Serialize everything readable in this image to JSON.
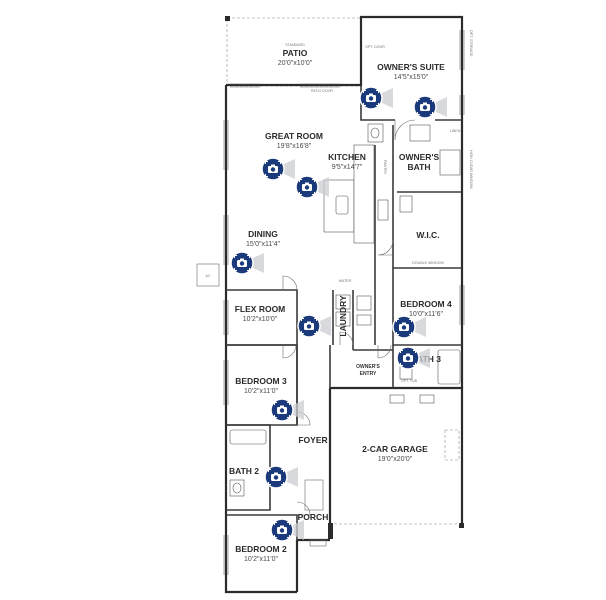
{
  "rooms": {
    "patio": {
      "name": "PATIO",
      "dim": "20'0\"x10'0\"",
      "note": "STANDARD"
    },
    "owners_suite": {
      "name": "OWNER'S SUITE",
      "dim": "14'5\"x15'0\""
    },
    "great_room": {
      "name": "GREAT ROOM",
      "dim": "19'8\"x16'8\""
    },
    "kitchen": {
      "name": "KITCHEN",
      "dim": "9'5\"x14'7\""
    },
    "owners_bath": {
      "name_1": "OWNER'S",
      "name_2": "BATH"
    },
    "wic": {
      "name": "W.I.C."
    },
    "dining": {
      "name": "DINING",
      "dim": "15'0\"x11'4\""
    },
    "flex_room": {
      "name": "FLEX ROOM",
      "dim": "10'2\"x10'0\""
    },
    "laundry": {
      "name": "LAUNDRY"
    },
    "bedroom_4": {
      "name": "BEDROOM 4",
      "dim": "10'0\"x11'6\""
    },
    "bath_3": {
      "name": "BATH 3"
    },
    "owners_entry": {
      "name_1": "OWNER'S",
      "name_2": "ENTRY"
    },
    "bedroom_3": {
      "name": "BEDROOM 3",
      "dim": "10'2\"x11'0\""
    },
    "foyer": {
      "name": "FOYER"
    },
    "garage": {
      "name": "2-CAR GARAGE",
      "dim": "19'0\"x20'0\""
    },
    "bath_2": {
      "name": "BATH 2"
    },
    "porch": {
      "name": "PORCH"
    },
    "bedroom_2": {
      "name": "BEDROOM 2",
      "dim": "10'2\"x11'0\""
    }
  },
  "small_labels": {
    "patio_door": "PATIO DOOR",
    "ac": "AC",
    "water": "WATER",
    "linen": "LINEN",
    "pantry": "PANTRY",
    "opt_door": "OPT. DOOR",
    "double_window": "DOUBLE WINDOW",
    "opt_tub": "OPT. TUB",
    "opt_storage": "OPT. STORAGE",
    "high_clear_window": "HIGH CLEAR WINDOW"
  },
  "icons": {
    "camera": "camera-icon"
  },
  "colors": {
    "camera_marker": "#1a3a7c",
    "walls": "#2b2b2b"
  }
}
